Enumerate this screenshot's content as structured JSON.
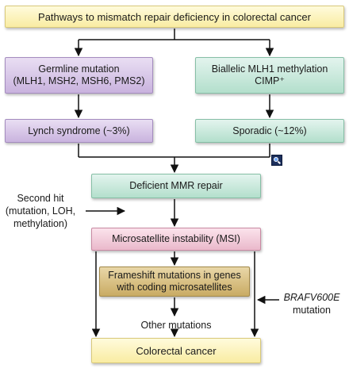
{
  "diagram": {
    "title": "Pathways to mismatch repair deficiency in colorectal cancer",
    "germline": {
      "line1": "Germline mutation",
      "line2": "(MLH1, MSH2, MSH6, PMS2)"
    },
    "biallelic": {
      "line1": "Biallelic MLH1 methylation",
      "line2": "CIMP⁺"
    },
    "lynch": "Lynch syndrome (~3%)",
    "sporadic": "Sporadic (~12%)",
    "mmr": "Deficient MMR repair",
    "second_hit": {
      "line1": "Second hit",
      "line2": "(mutation, LOH,",
      "line3": "methylation)"
    },
    "msi": "Microsatellite instability (MSI)",
    "frameshift": {
      "line1": "Frameshift mutations in genes",
      "line2": "with coding microsatellites"
    },
    "other_mutations": "Other mutations",
    "braf": {
      "line1": "BRAFV600E",
      "line2": "mutation"
    },
    "cancer": "Colorectal cancer"
  },
  "colors": {
    "arrow": "#111111",
    "title_fill": "#f9eca2",
    "germline_fill": "#c9b3de",
    "sporadic_fill": "#b3dfcc",
    "msi_fill": "#eab9cb",
    "frameshift_fill": "#c9ab63"
  },
  "icons": {
    "enlarge": "enlarge-figure-icon"
  }
}
